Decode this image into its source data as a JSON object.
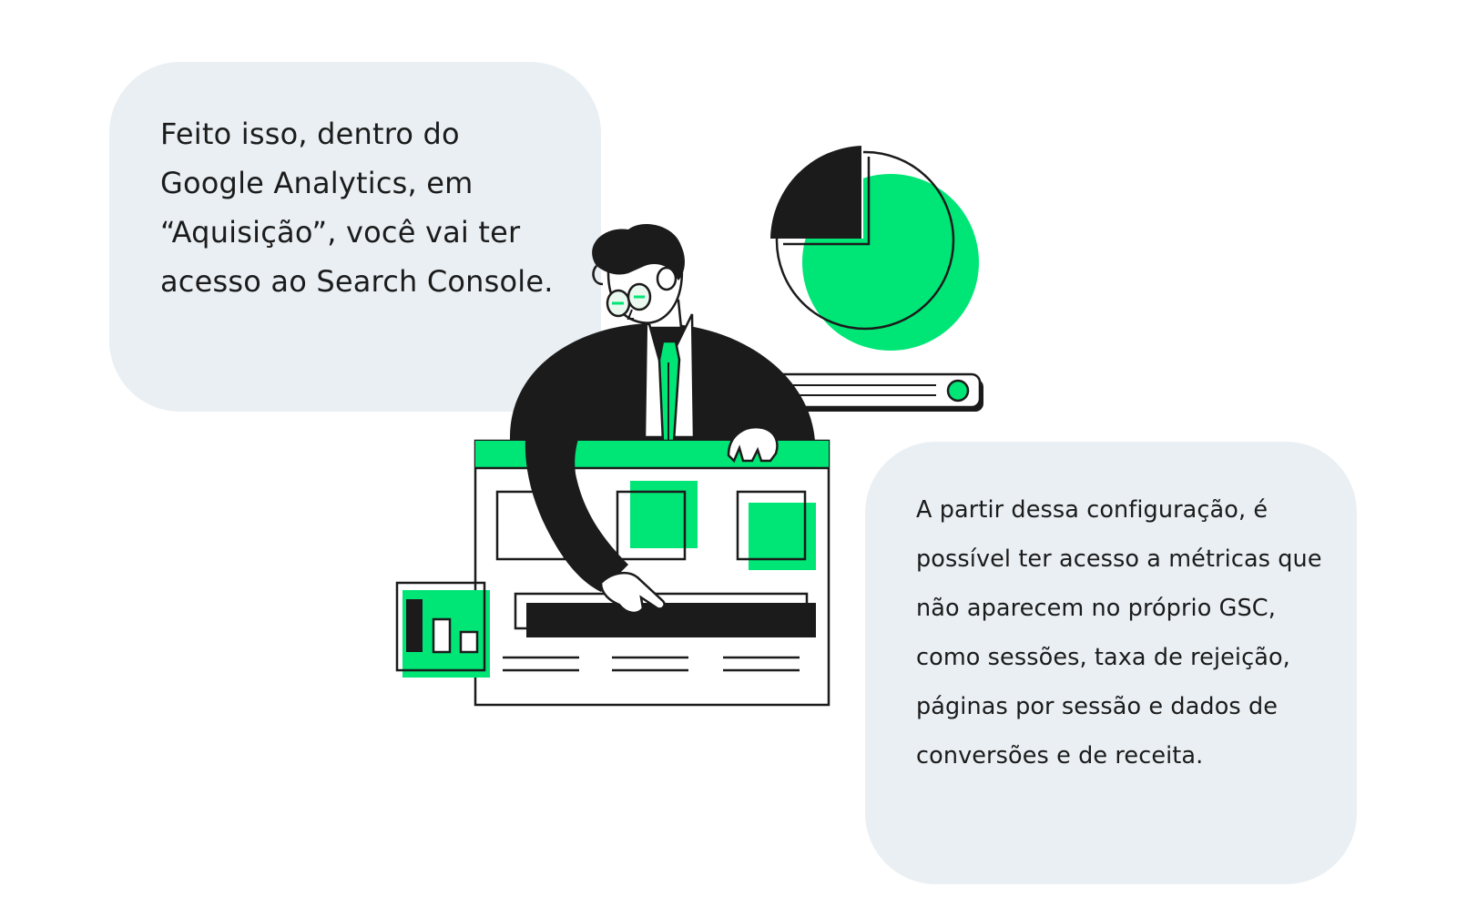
{
  "bubbles": {
    "top_text": "Feito isso, dentro do Google Analytics, em “Aquisição”, você vai ter acesso ao Search Console.",
    "bottom_text": "A partir dessa configuração, é possível ter acesso a métricas que não aparecem no próprio GSC, como sessões, taxa de rejeição, páginas por sessão e dados de conversões e de receita."
  },
  "colors": {
    "accent_green": "#00e676",
    "ink": "#1b1b1b",
    "bubble_background": "#e9eff3",
    "background": "#ffffff"
  },
  "illustration": {
    "subject": "man in suit with glasses pointing at a dashboard window",
    "elements": [
      "pie-chart",
      "search-bar",
      "browser-window",
      "bar-chart-card"
    ]
  }
}
